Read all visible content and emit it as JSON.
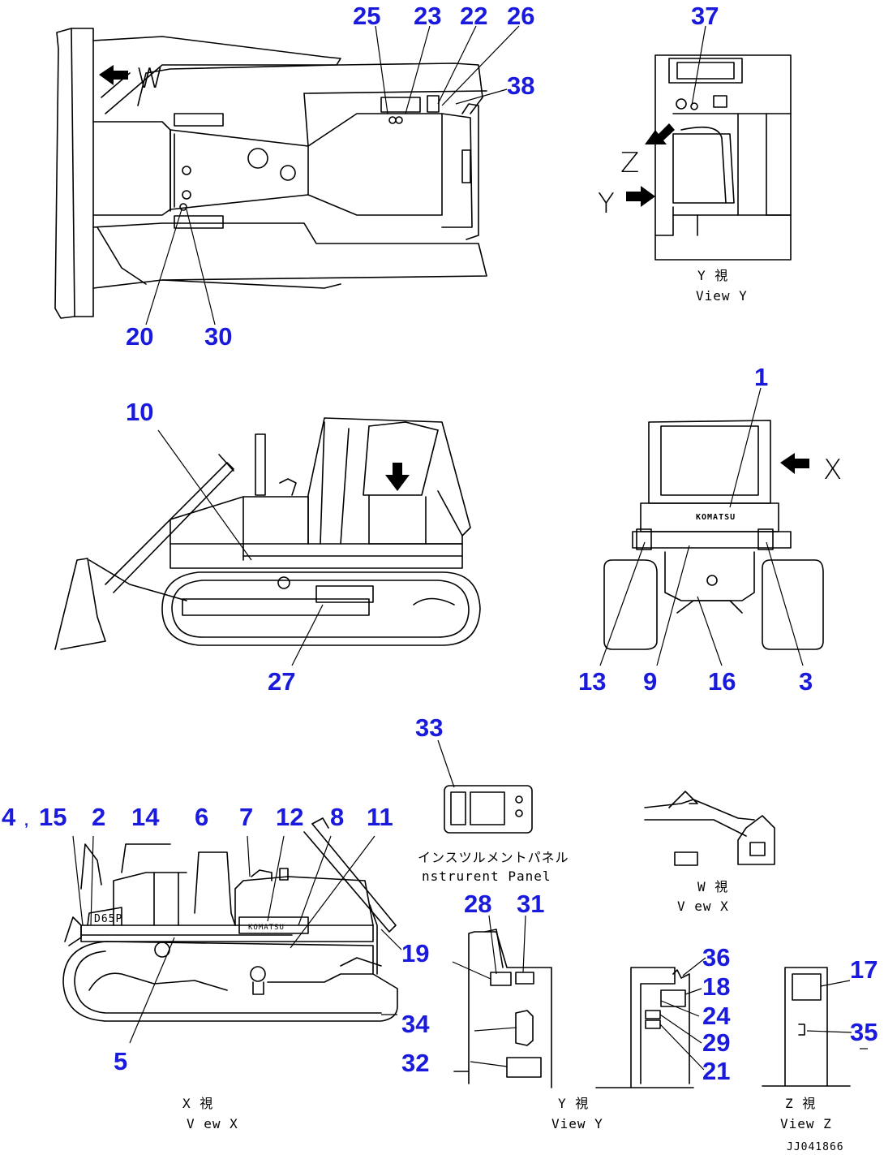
{
  "callouts": {
    "n1": "1",
    "n2": "2",
    "n3": "3",
    "n4": "4",
    "n5": "5",
    "n6": "6",
    "n7": "7",
    "n8": "8",
    "n9": "9",
    "n10": "10",
    "n11": "11",
    "n12": "12",
    "n13": "13",
    "n14": "14",
    "n15": "15",
    "n16": "16",
    "n17": "17",
    "n18": "18",
    "n19": "19",
    "n20": "20",
    "n21": "21",
    "n22": "22",
    "n23": "23",
    "n24": "24",
    "n25": "25",
    "n26": "26",
    "n27": "27",
    "n28": "28",
    "n29": "29",
    "n30": "30",
    "n31": "31",
    "n32": "32",
    "n33": "33",
    "n34": "34",
    "n35": "35",
    "n36": "36",
    "n37": "37",
    "n38": "38"
  },
  "captions": {
    "view_y_top_jp": "Y 視",
    "view_y_top_en": "View Y",
    "instrument_panel_jp": "インスツルメントパネル",
    "instrument_panel_en": "nstrurent Panel",
    "view_w_jp": "W 視",
    "view_w_en": "V ew X",
    "view_x_jp": "X 視",
    "view_x_en": "V ew X",
    "view_y_bottom_jp": "Y 視",
    "view_y_bottom_en": "View Y",
    "view_z_jp": "Z 視",
    "view_z_en": "View Z"
  },
  "view_markers": {
    "w": "W",
    "x": "X",
    "y": "Y",
    "z": "Z"
  },
  "plate_text": {
    "komatsu": "KOMATSU",
    "dozer": "D65P",
    "brand_rear": "KOMATSU"
  },
  "drawing_code": "JJ041866",
  "colors": {
    "callout": "#1a1adc",
    "line": "#000000"
  }
}
